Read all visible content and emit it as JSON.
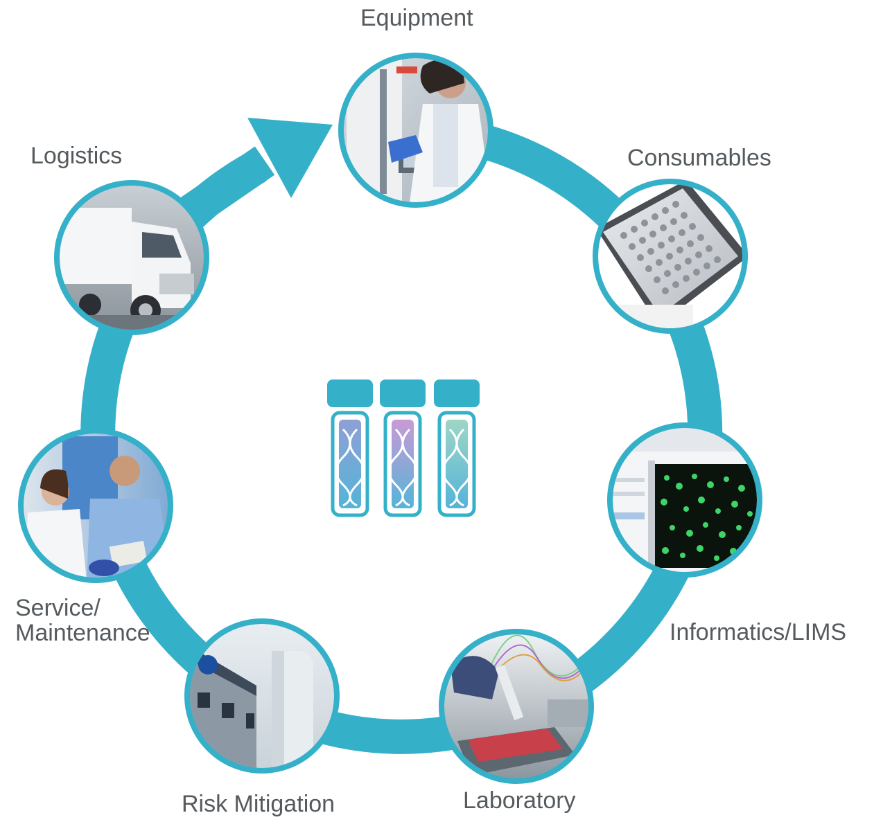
{
  "colors": {
    "ring": "#35b0c9",
    "ring_dark": "#2a9fb8",
    "text": "#555a5e",
    "vial_blue": "#8aa2d8",
    "vial_purple": "#c49ad8",
    "vial_teal": "#9ad8c8"
  },
  "stages": [
    {
      "label": "Equipment",
      "image": "scientist at freezer"
    },
    {
      "label": "Consumables",
      "image": "96-well plate"
    },
    {
      "label": "Informatics/LIMS",
      "image": "software screenshot with fluorescent cells"
    },
    {
      "label": "Laboratory",
      "image": "pipetting into plate"
    },
    {
      "label": "Risk Mitigation",
      "image": "Fisher facility and storage tank"
    },
    {
      "label": "Service/",
      "label2": "Maintenance",
      "image": "technicians talking"
    },
    {
      "label": "Logistics",
      "image": "refrigerated truck"
    }
  ],
  "center": {
    "icon": "three-dna-sample-vials-icon"
  }
}
